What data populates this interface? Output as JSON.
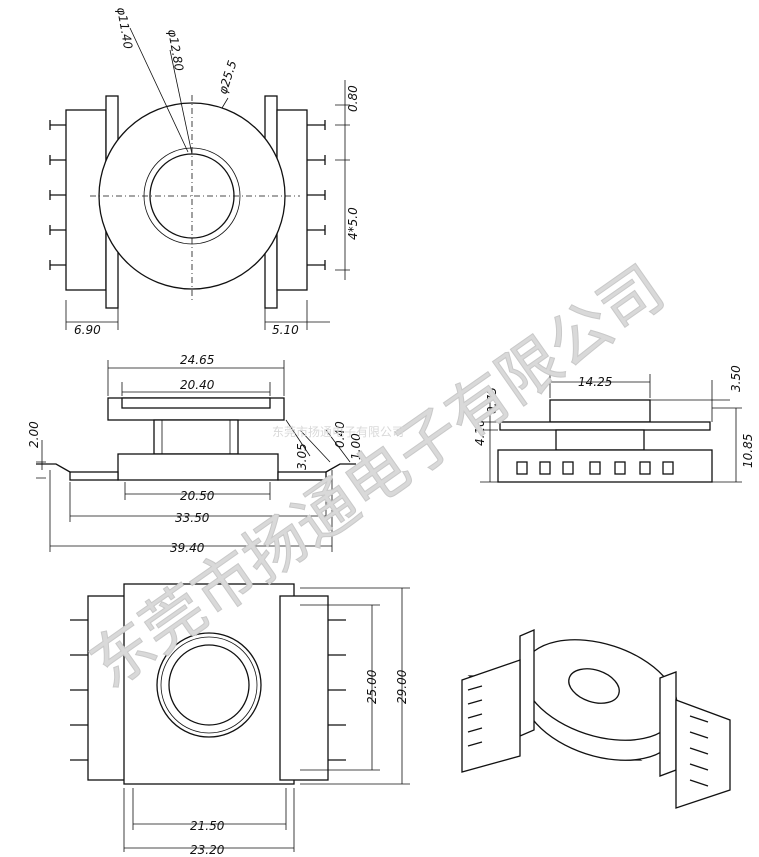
{
  "top_view": {
    "dim_inner_dia": "φ11.40",
    "dim_mid_dia": "φ12.80",
    "dim_outer_dia": "φ25.5",
    "dim_pin_top": "0.80",
    "dim_pin_pitch": "4*5.0",
    "dim_left_offset": "6.90",
    "dim_right_offset": "5.10"
  },
  "side_view": {
    "dim_top_width": "24.65",
    "dim_inner_width": "20.40",
    "dim_base_inner": "20.50",
    "dim_base_width": "33.50",
    "dim_total_width": "39.40",
    "dim_height_left": "2.00",
    "dim_small_a": "3.05",
    "dim_small_b": "0.40",
    "dim_small_c": "1.00"
  },
  "end_view": {
    "dim_width": "14.25",
    "dim_top": "3.50",
    "dim_left_top": "0.75",
    "dim_left_mid": "4.10",
    "dim_total_height": "10.85"
  },
  "bottom_view": {
    "dim_inner_height": "25.00",
    "dim_total_height": "29.00",
    "dim_inner_width": "21.50",
    "dim_total_width": "23.20"
  },
  "watermark": {
    "large": "东莞市扬通电子有限公司",
    "small": "东莞市扬通电子有限公司"
  },
  "colors": {
    "line": "#111111",
    "watermark": "#dadada",
    "background": "#ffffff"
  }
}
